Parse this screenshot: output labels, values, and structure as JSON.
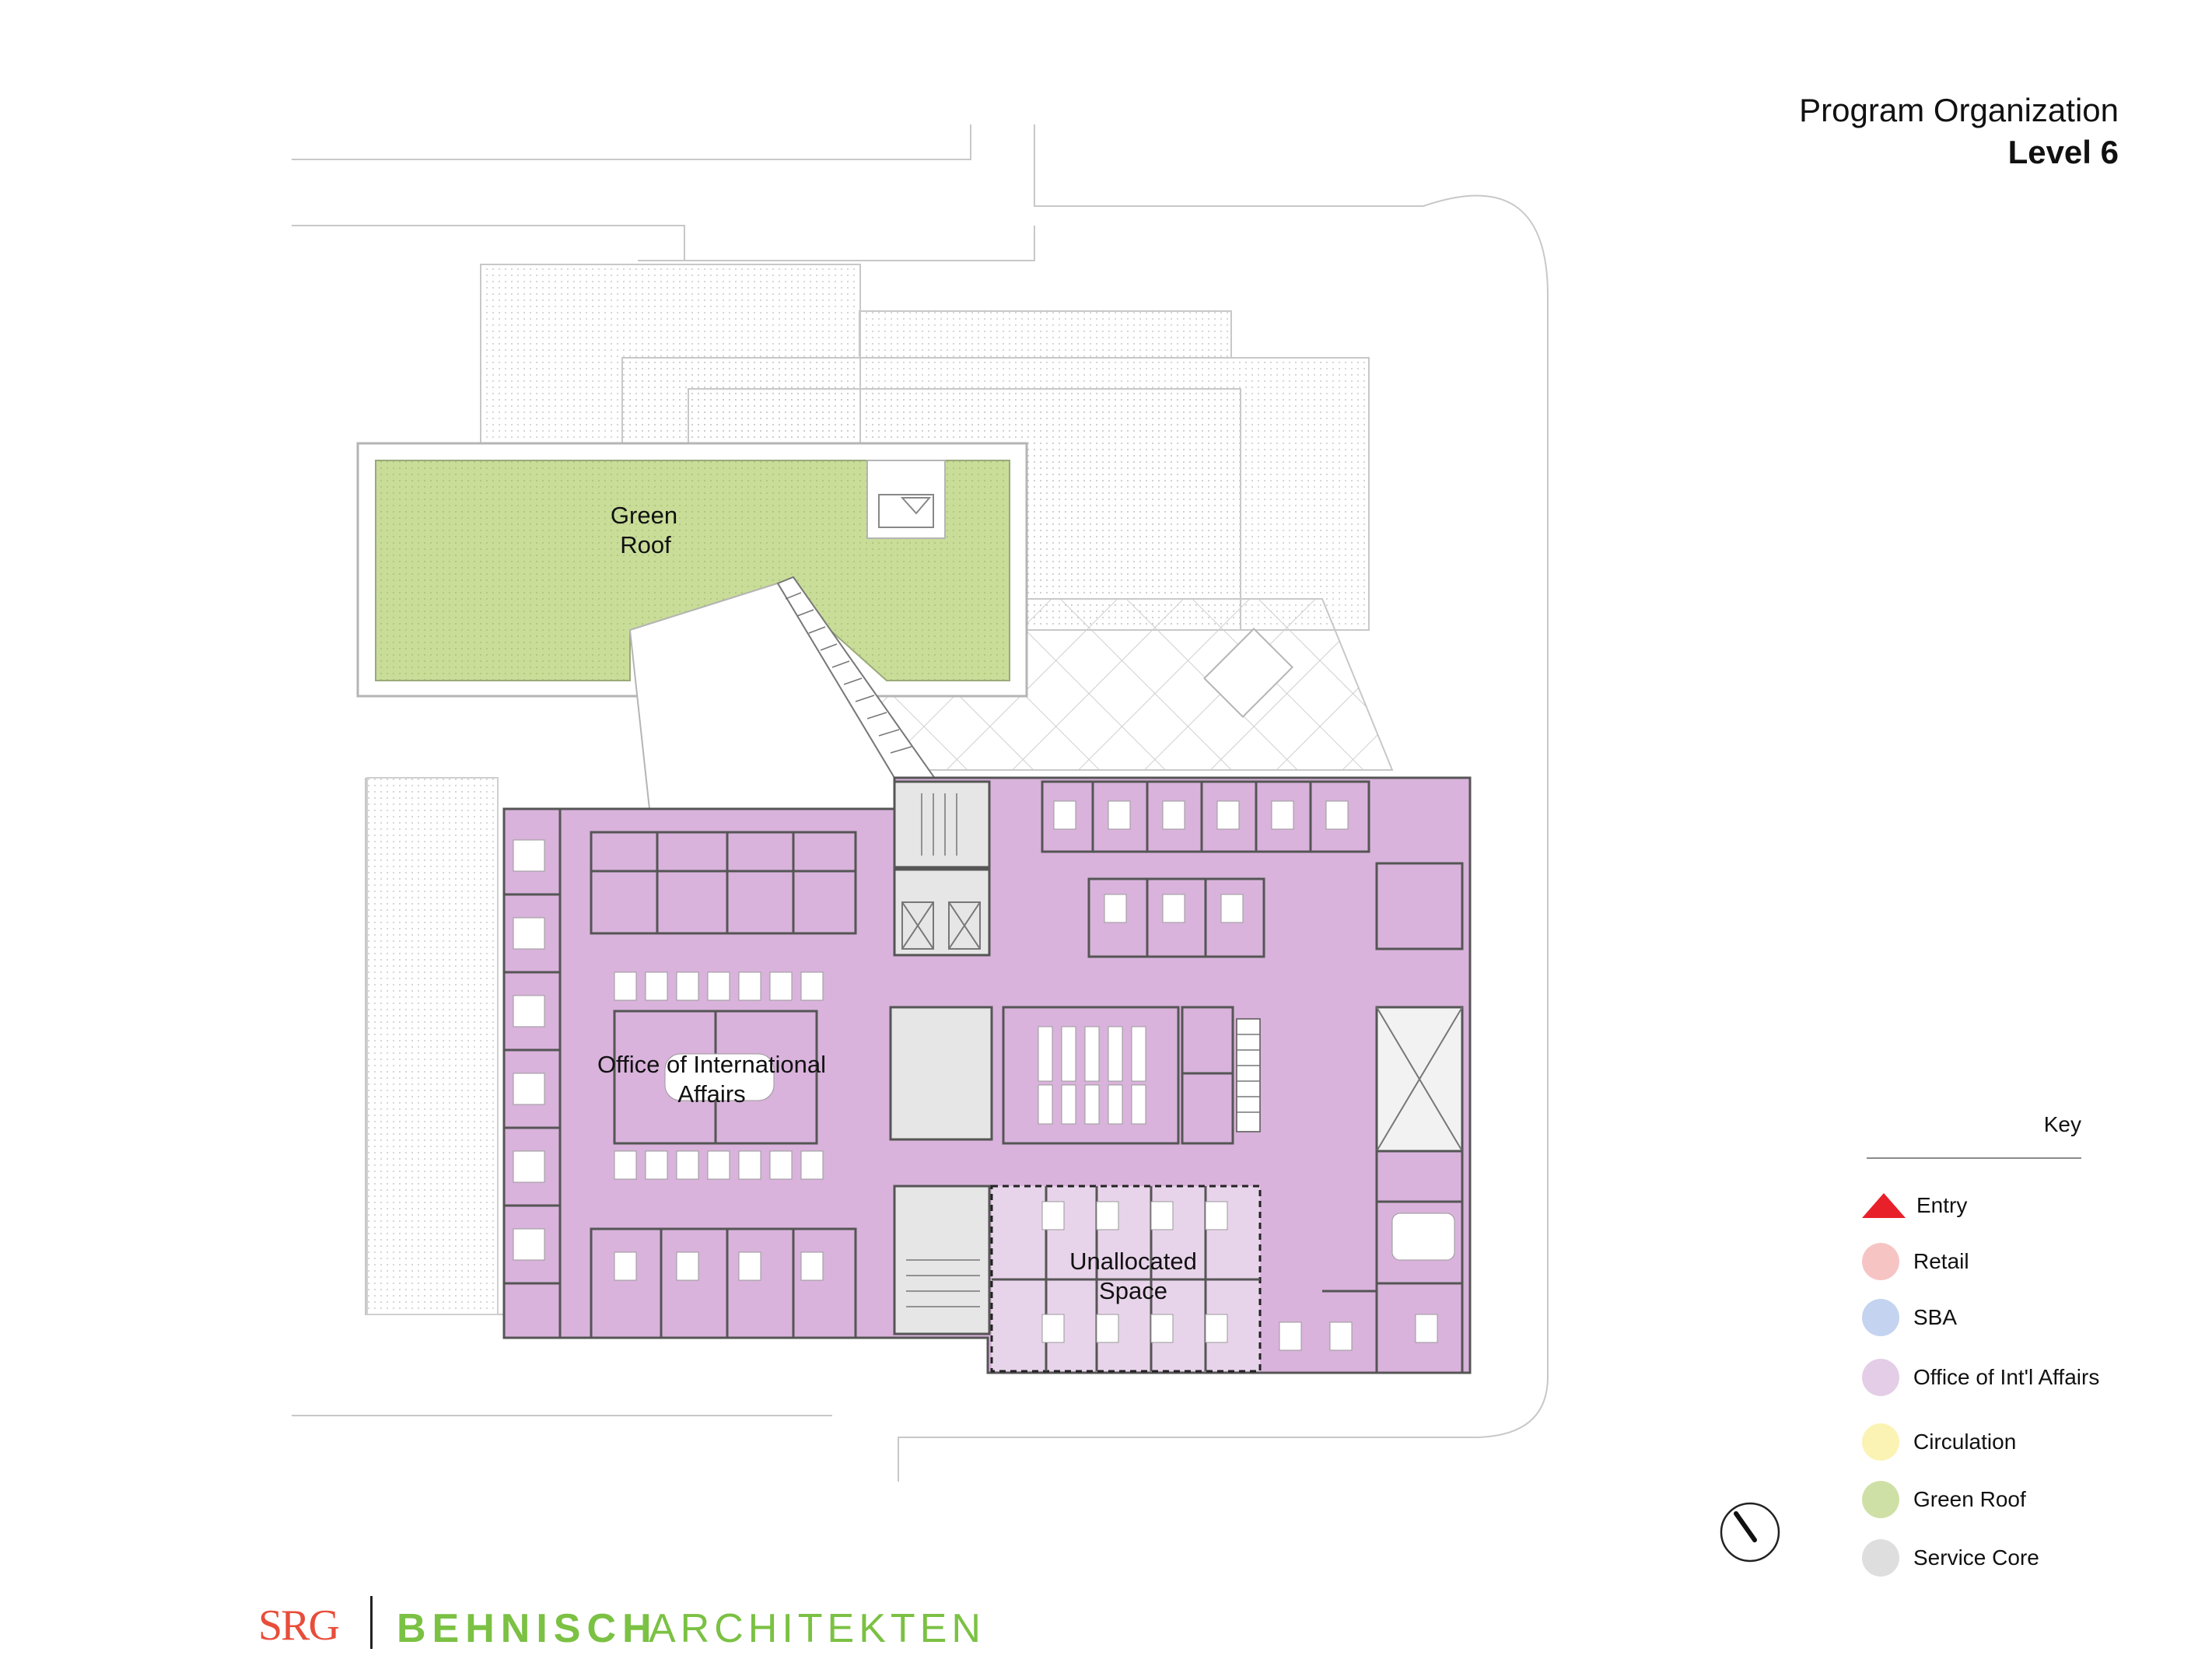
{
  "header": {
    "title": "Program Organization",
    "subtitle": "Level 6"
  },
  "plan_labels": {
    "green_roof_line1": "Green",
    "green_roof_line2": "Roof",
    "office_line1": "Office of International",
    "office_line2": "Affairs",
    "unallocated_line1": "Unallocated",
    "unallocated_line2": "Space"
  },
  "key": {
    "title": "Key",
    "items": [
      {
        "label": "Entry",
        "color": "#e8202a",
        "icon": "triangle-icon"
      },
      {
        "label": "Retail",
        "color": "#f7c4c4",
        "icon": "circle-swatch"
      },
      {
        "label": "SBA",
        "color": "#c4d3f0",
        "icon": "circle-swatch"
      },
      {
        "label": "Office of Int'l Affairs",
        "color": "#e4cde6",
        "icon": "circle-swatch"
      },
      {
        "label": "Circulation",
        "color": "#fbf3b4",
        "icon": "circle-swatch"
      },
      {
        "label": "Green Roof",
        "color": "#cfe0a6",
        "icon": "circle-swatch"
      },
      {
        "label": "Service Core",
        "color": "#dedede",
        "icon": "circle-swatch"
      }
    ]
  },
  "colors": {
    "office": "#d9b3dc",
    "office_light": "#e8d4ea",
    "green_roof": "#c9dd99",
    "service_core": "#e6e6e6",
    "outline": "#b5b5b5",
    "srg_red": "#e84d3a",
    "behnisch_green": "#7bc143"
  },
  "logo": {
    "srg": "SRG",
    "behnisch": "BEHNISCH",
    "architekten": "ARCHITEKTEN"
  }
}
